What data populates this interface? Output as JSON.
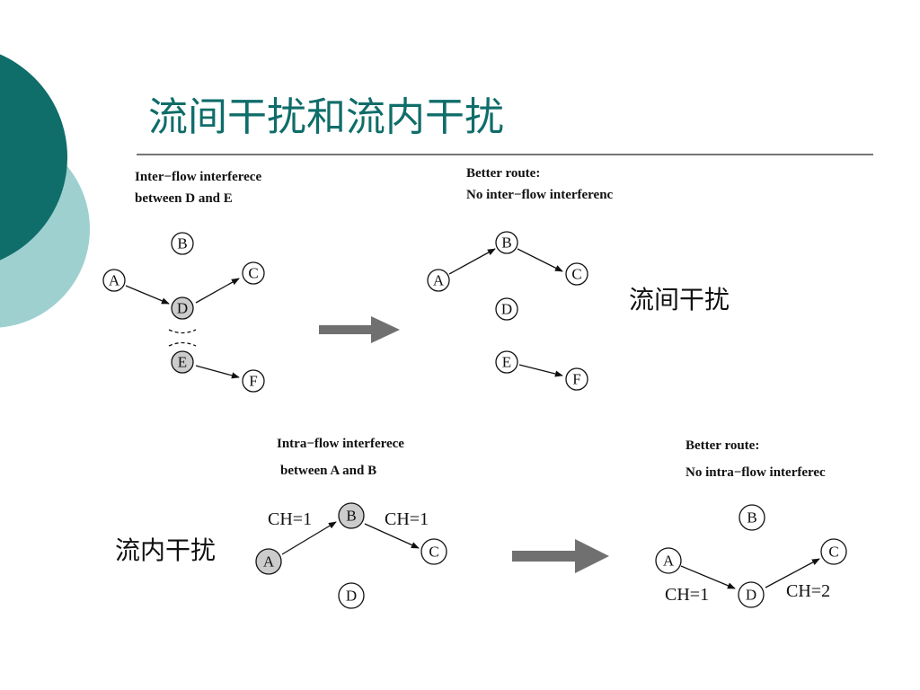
{
  "slide": {
    "title": "流间干扰和流内干扰",
    "colors": {
      "accent_dark": "#0f6d6a",
      "accent_light": "#9fd0d0",
      "node_highlight": "#cccccc",
      "arrow_big": "#707070"
    }
  },
  "inter_flow": {
    "before": {
      "caption_line1": "Inter−flow interferece",
      "caption_line2": "between D and E",
      "nodes": {
        "A": "A",
        "B": "B",
        "C": "C",
        "D": "D",
        "E": "E",
        "F": "F"
      }
    },
    "after": {
      "caption_line1": "Better route:",
      "caption_line2": "No inter−flow interferenc",
      "nodes": {
        "A": "A",
        "B": "B",
        "C": "C",
        "D": "D",
        "E": "E",
        "F": "F"
      }
    },
    "side_label": "流间干扰"
  },
  "intra_flow": {
    "before": {
      "caption_line1": "Intra−flow interferece",
      "caption_line2": "between A and B",
      "ch_ab": "CH=1",
      "ch_bc": "CH=1",
      "nodes": {
        "A": "A",
        "B": "B",
        "C": "C",
        "D": "D"
      }
    },
    "after": {
      "caption_line1": "Better route:",
      "caption_line2": "No intra−flow interferec",
      "ch_ad": "CH=1",
      "ch_dc": "CH=2",
      "nodes": {
        "A": "A",
        "B": "B",
        "C": "C",
        "D": "D"
      }
    },
    "side_label": "流内干扰"
  }
}
